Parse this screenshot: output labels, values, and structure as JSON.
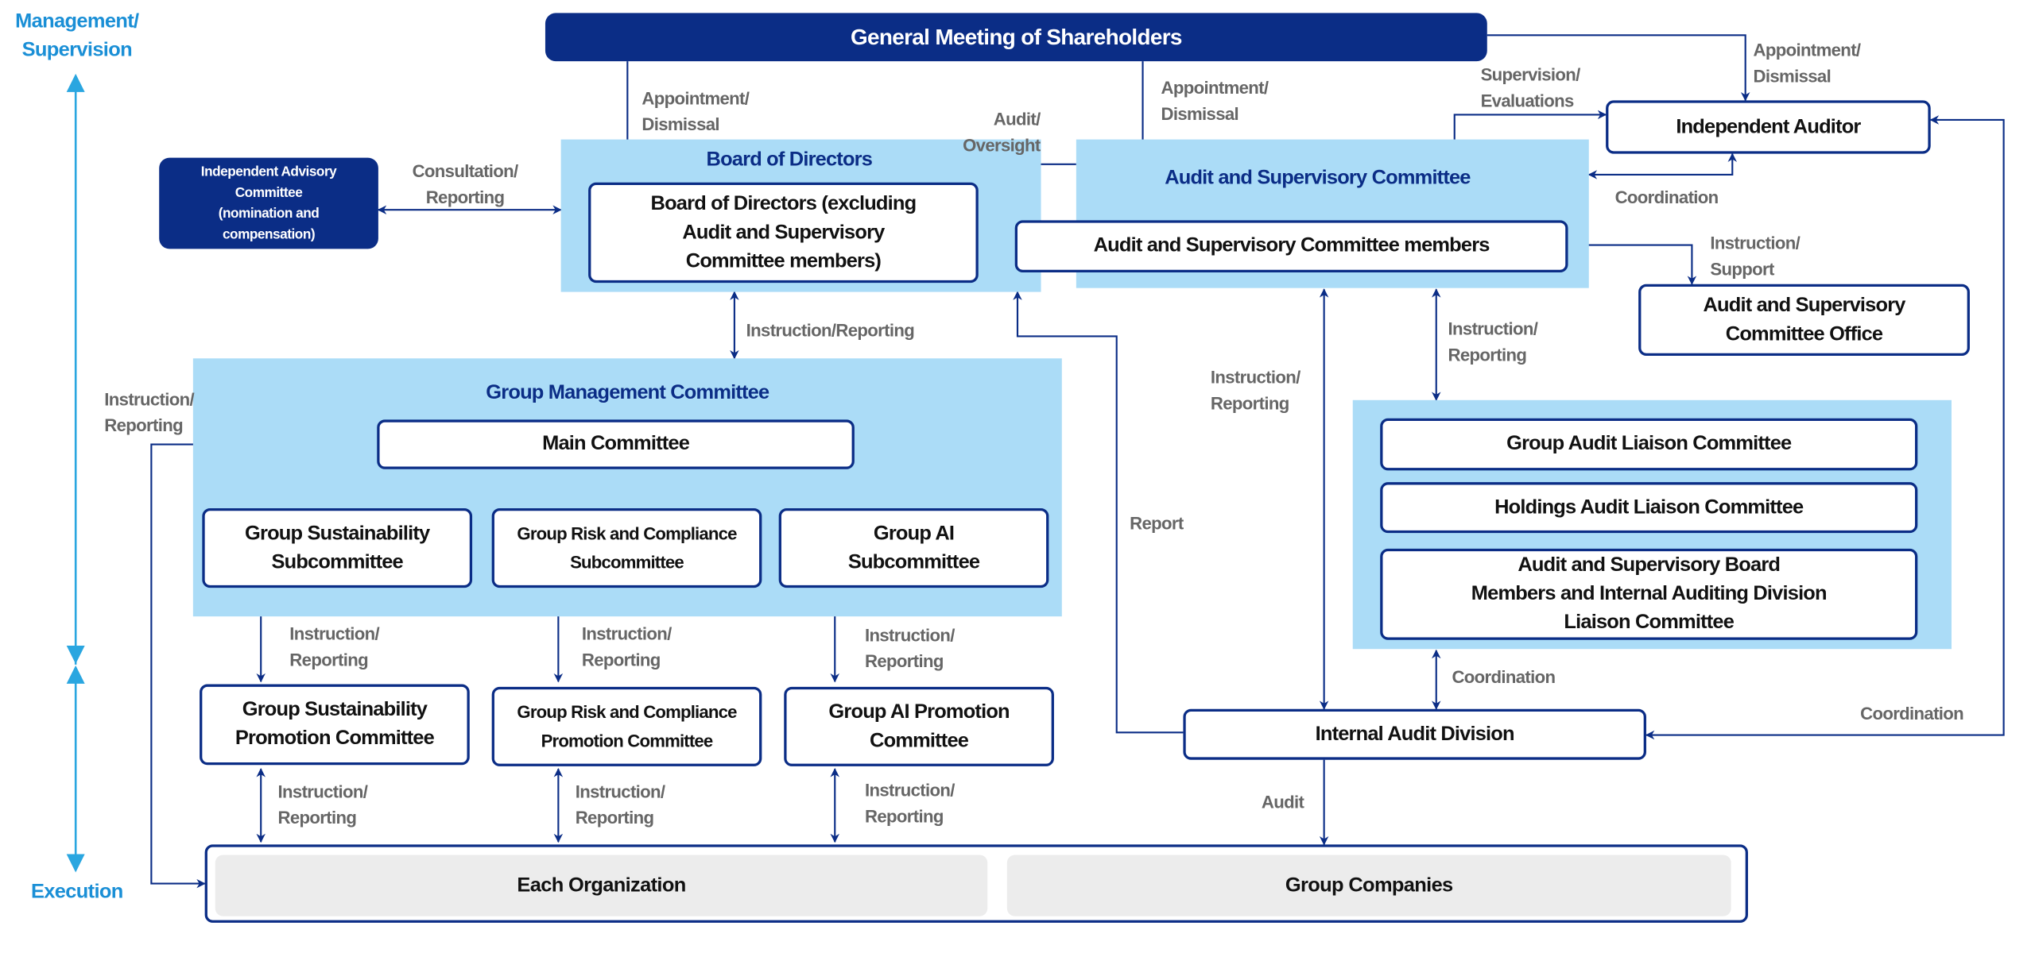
{
  "colors": {
    "navy": "#0b2d86",
    "light_blue": "#abdcf7",
    "axis_blue": "#1a8fd6",
    "label_gray": "#666666",
    "org_gray": "#ececec"
  },
  "axis": {
    "top": "Management/\nSupervision",
    "bottom": "Execution"
  },
  "gms": "General Meeting of Shareholders",
  "advisory": "Independent Advisory\nCommittee\n(nomination and\ncompensation)",
  "bod": {
    "title": "Board of Directors",
    "inner": "Board of Directors (excluding\nAudit and Supervisory\nCommittee members)"
  },
  "asc": {
    "title": "Audit and Supervisory Committee",
    "members": "Audit and Supervisory Committee members",
    "office": "Audit and Supervisory\nCommittee Office"
  },
  "independent_auditor": "Independent Auditor",
  "gmc": {
    "title": "Group Management Committee",
    "main": "Main Committee",
    "subcommittees": [
      "Group Sustainability\nSubcommittee",
      "Group Risk and Compliance\nSubcommittee",
      "Group AI\nSubcommittee"
    ],
    "promotion": [
      "Group Sustainability\nPromotion Committee",
      "Group Risk and Compliance\nPromotion Committee",
      "Group AI Promotion\nCommittee"
    ]
  },
  "liaison": [
    "Group Audit Liaison Committee",
    "Holdings Audit Liaison Committee",
    "Audit and Supervisory Board\nMembers and Internal Auditing Division\nLiaison Committee"
  ],
  "internal_audit": "Internal Audit Division",
  "bottom": {
    "each_org": "Each Organization",
    "group_companies": "Group Companies"
  },
  "labels": {
    "appt1": "Appointment/\nDismissal",
    "appt2": "Appointment/\nDismissal",
    "appt3": "Appointment/\nDismissal",
    "audit_oversight": "Audit/\nOversight",
    "consultation": "Consultation/\nReporting",
    "supervision": "Supervision/\nEvaluations",
    "coordination1": "Coordination",
    "instr_support": "Instruction/\nSupport",
    "instr_rep_bod": "Instruction/Reporting",
    "instr_rep_left": "Instruction/\nReporting",
    "report": "Report",
    "instr_rep_asc": "Instruction/\nReporting",
    "instr_rep_liaison": "Instruction/\nReporting",
    "coordination2": "Coordination",
    "coordination3": "Coordination",
    "audit": "Audit",
    "sub_instr": [
      "Instruction/\nReporting",
      "Instruction/\nReporting",
      "Instruction/\nReporting"
    ],
    "promo_instr": [
      "Instruction/\nReporting",
      "Instruction/\nReporting",
      "Instruction/\nReporting"
    ]
  }
}
